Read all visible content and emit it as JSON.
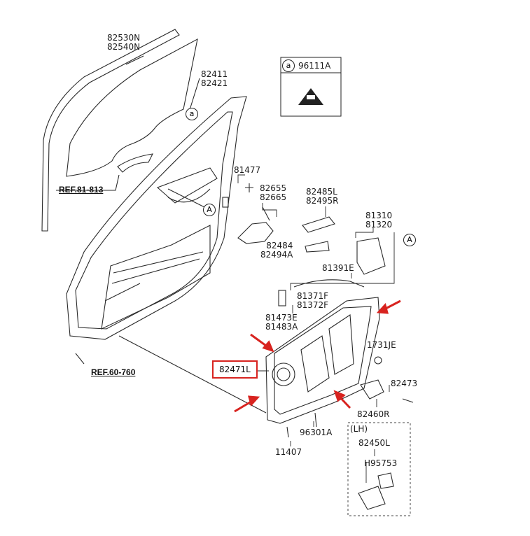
{
  "parts": {
    "p82530": [
      "82530N",
      "82540N"
    ],
    "p82411": [
      "82411",
      "82421"
    ],
    "p81477": "81477",
    "p82655": [
      "82655",
      "82665"
    ],
    "p82485": [
      "82485L",
      "82495R"
    ],
    "p81310": [
      "81310",
      "81320"
    ],
    "p82484": [
      "82484",
      "82494A"
    ],
    "p81391": "81391E",
    "p81371": [
      "81371F",
      "81372F"
    ],
    "p81473": [
      "81473E",
      "81483A"
    ],
    "p1731": "1731JE",
    "p82471": "82471L",
    "p82473": "82473",
    "p82460": "82460R",
    "p96301": "96301A",
    "p11407": "11407",
    "p82450": "82450L",
    "pH95753": "H95753",
    "p96111": "96111A"
  },
  "refs": {
    "ref81": "REF.81-813",
    "ref60": "REF.60-760"
  },
  "callouts": {
    "a_lower": "a",
    "a_box": "a",
    "A_upper": "A",
    "A_right": "A"
  },
  "lh_label": "(LH)",
  "colors": {
    "highlight": "#d8231f",
    "line": "#222222"
  }
}
